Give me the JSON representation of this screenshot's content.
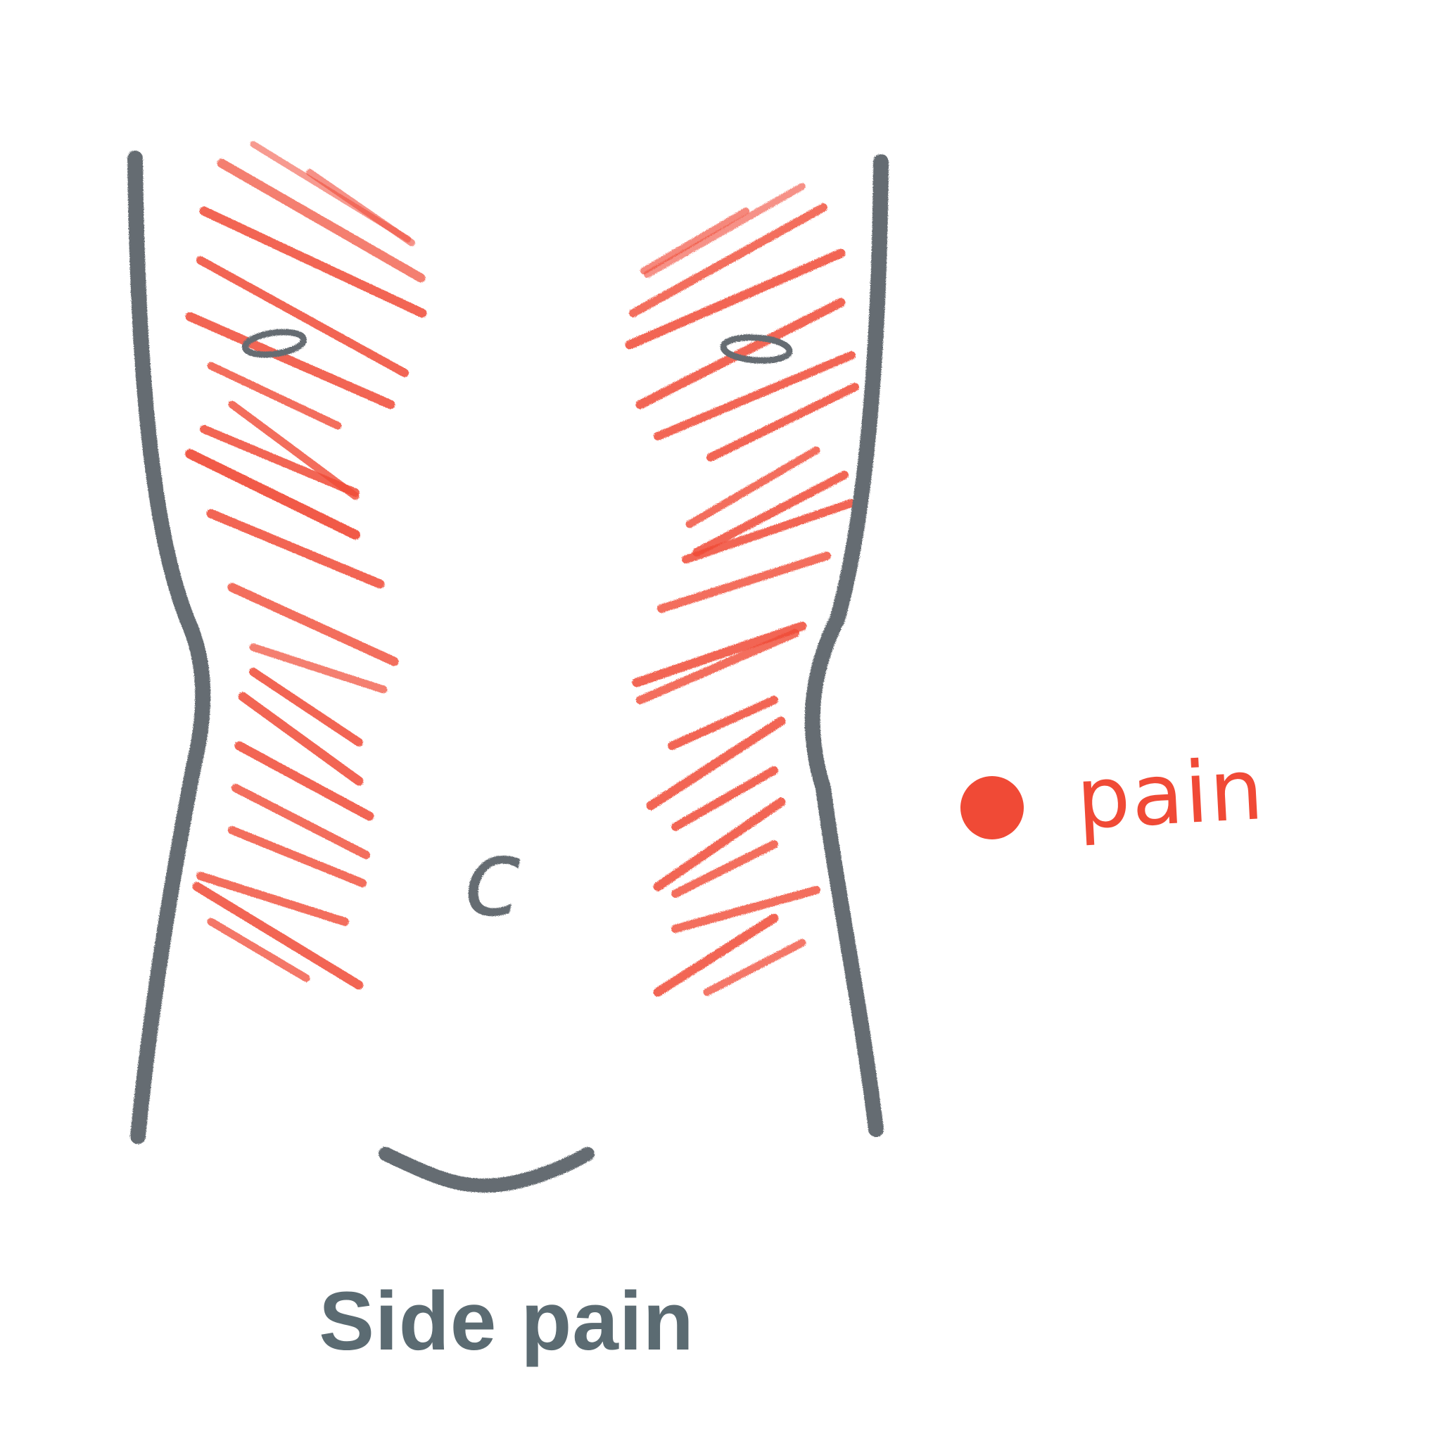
{
  "caption": "Side pain",
  "legend": {
    "marker_icon": "red-dot-icon",
    "label": "pain"
  },
  "figure": {
    "subject": "torso front view",
    "navel_glyph": "c"
  },
  "colors": {
    "outline": "#656c72",
    "pain_hatch": "#f04a36",
    "caption_text": "#5b6b72",
    "background": "#ffffff"
  }
}
